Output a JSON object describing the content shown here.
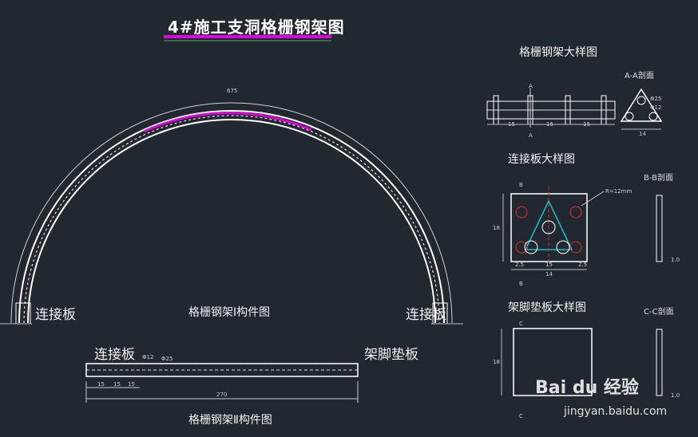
{
  "title": "4#施工支洞格栅钢架图",
  "arch": {
    "dim_top": "675",
    "label_left": "连接板",
    "label_right": "连接板",
    "part1_title": "格栅钢架Ⅰ构件图"
  },
  "beam": {
    "label_left": "连接板",
    "label_right": "架脚垫板",
    "rebar_a": "Φ12",
    "rebar_b": "Φ25",
    "dims": [
      "15",
      "15",
      "15"
    ],
    "total": "270",
    "part2_title": "格栅钢架Ⅱ构件图"
  },
  "detail_truss": {
    "title": "格栅钢架大样图",
    "section_mark": "A",
    "dims": [
      "15",
      "15",
      "15"
    ],
    "section_title": "A-A剖面",
    "section_width": "14",
    "rebar_a": "Φ25",
    "rebar_b": "Φ12"
  },
  "detail_plate": {
    "title": "连接板大样图",
    "section_mark": "B",
    "radius_label": "R=12mm",
    "height": "18",
    "width": "14",
    "sub_dims": [
      "2.5",
      "15",
      "2.5"
    ],
    "section_title": "B-B剖面",
    "thickness": "1.0"
  },
  "detail_foot": {
    "title": "架脚垫板大样图",
    "section_mark": "C",
    "height": "18",
    "section_title": "C-C剖面",
    "thickness": "1.0"
  },
  "watermark": {
    "brand": "Bai du 经验",
    "url": "jingyan.baidu.com"
  }
}
